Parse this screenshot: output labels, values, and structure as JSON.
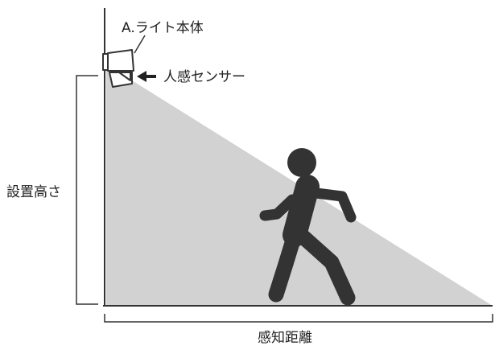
{
  "labels": {
    "light_body": "A.ライト本体",
    "motion_sensor": "人感センサー",
    "install_height": "設置高さ",
    "detection_distance": "感知距離"
  },
  "colors": {
    "detection_area": "#d2d2d2",
    "lines": "#333333",
    "person": "#333333",
    "fixture": "#ffffff",
    "text": "#222222"
  },
  "icons": {
    "fixture": "wall-light-icon",
    "sensor_arrow": "left-arrow-icon",
    "person": "walking-person-icon"
  }
}
